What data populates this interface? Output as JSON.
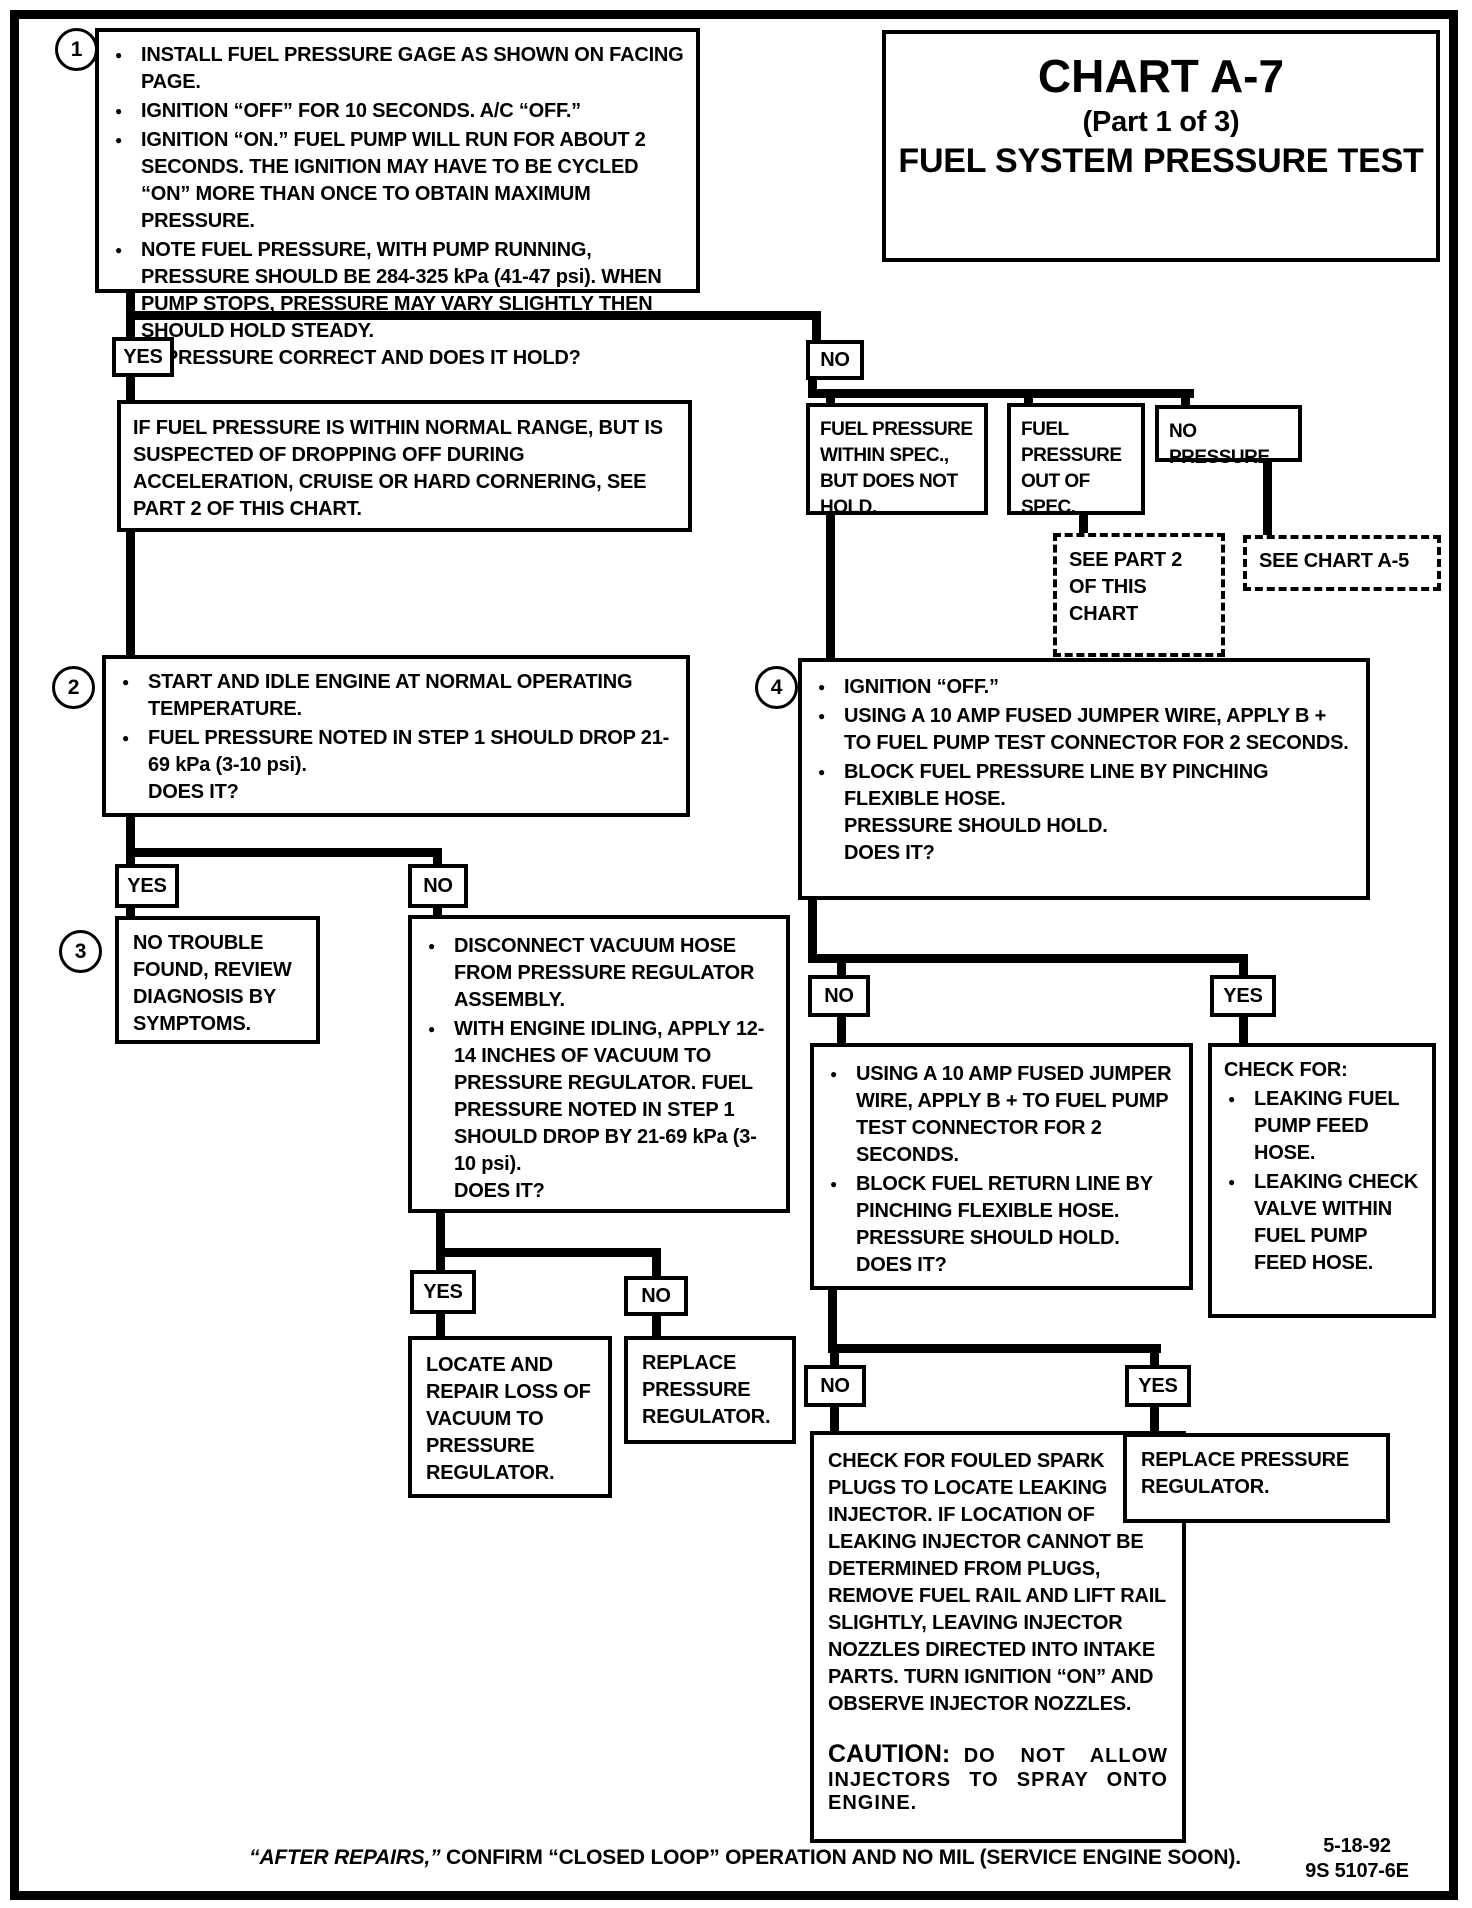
{
  "colors": {
    "ink": "#000000",
    "paper": "#ffffff"
  },
  "title": {
    "line1": "CHART A-7",
    "line2": "(Part 1 of 3)",
    "line3": "FUEL SYSTEM PRESSURE TEST"
  },
  "labels": {
    "yes": "YES",
    "no": "NO"
  },
  "steps": {
    "step1": {
      "number": "1",
      "bullets": [
        "INSTALL FUEL PRESSURE GAGE AS SHOWN ON FACING PAGE.",
        "IGNITION “OFF” FOR 10 SECONDS.  A/C “OFF.”",
        "IGNITION “ON.”  FUEL PUMP WILL RUN FOR ABOUT 2 SECONDS. THE IGNITION MAY HAVE TO BE CYCLED “ON” MORE THAN ONCE TO OBTAIN MAXIMUM PRESSURE.",
        "NOTE FUEL PRESSURE, WITH PUMP RUNNING, PRESSURE SHOULD BE 284-325 kPa (41-47 psi).  WHEN PUMP STOPS, PRESSURE MAY VARY SLIGHTLY THEN SHOULD HOLD STEADY.\nIS PRESSURE CORRECT AND DOES IT HOLD?"
      ]
    },
    "step2": {
      "number": "2",
      "bullets": [
        "START AND IDLE ENGINE AT NORMAL OPERATING TEMPERATURE.",
        "FUEL PRESSURE NOTED IN STEP 1 SHOULD DROP 21-69 kPa (3-10 psi).\nDOES IT?"
      ]
    },
    "step3": {
      "number": "3",
      "text": "NO TROUBLE FOUND, REVIEW DIAGNOSIS BY SYMPTOMS."
    },
    "step4": {
      "number": "4",
      "bullets": [
        "IGNITION “OFF.”",
        "USING A 10 AMP FUSED JUMPER WIRE, APPLY B + TO FUEL PUMP TEST CONNECTOR FOR 2 SECONDS.",
        "BLOCK FUEL PRESSURE LINE BY PINCHING FLEXIBLE HOSE.\nPRESSURE SHOULD HOLD.\nDOES IT?"
      ]
    }
  },
  "branches": {
    "pressure_ok_suspected": "IF FUEL PRESSURE IS WITHIN NORMAL RANGE, BUT IS SUSPECTED OF DROPPING OFF DURING ACCELERATION, CRUISE OR HARD CORNERING, SEE PART 2 OF THIS CHART.",
    "within_spec_not_hold": "FUEL PRESSURE WITHIN SPEC., BUT DOES NOT HOLD.",
    "out_of_spec": "FUEL PRESSURE OUT OF SPEC.",
    "no_pressure": "NO PRESSURE",
    "see_part2": "SEE PART 2\nOF THIS\nCHART",
    "see_chart_a5": "SEE CHART A-5"
  },
  "actions": {
    "vacuum_test": {
      "bullets": [
        "DISCONNECT VACUUM HOSE FROM PRESSURE REGULATOR ASSEMBLY.",
        "WITH ENGINE IDLING, APPLY 12-14 INCHES OF VACUUM TO PRESSURE REGULATOR.  FUEL PRESSURE NOTED IN STEP 1 SHOULD DROP BY 21-69 kPa (3-10 psi).\nDOES IT?"
      ]
    },
    "locate_repair": "LOCATE AND REPAIR LOSS OF VACUUM TO PRESSURE REGULATOR.",
    "replace_regulator_1": "REPLACE PRESSURE REGULATOR.",
    "jumper_return_test": {
      "bullets": [
        "USING A 10 AMP FUSED JUMPER WIRE, APPLY B +  TO FUEL PUMP TEST CONNECTOR FOR 2 SECONDS.",
        "BLOCK FUEL RETURN LINE BY PINCHING FLEXIBLE HOSE.\nPRESSURE SHOULD HOLD.\nDOES IT?"
      ]
    },
    "check_for": {
      "header": "CHECK FOR:",
      "bullets": [
        "LEAKING FUEL PUMP FEED HOSE.",
        "LEAKING CHECK VALVE WITHIN FUEL PUMP FEED HOSE."
      ]
    },
    "spark_plug_check": {
      "text": "CHECK FOR FOULED SPARK PLUGS TO LOCATE LEAKING INJECTOR.  IF LOCATION OF LEAKING INJECTOR CANNOT BE DETERMINED FROM PLUGS, REMOVE FUEL RAIL AND LIFT RAIL SLIGHTLY, LEAVING INJECTOR NOZZLES DIRECTED INTO INTAKE PARTS.  TURN IGNITION “ON” AND OBSERVE INJECTOR NOZZLES.",
      "caution_label": "CAUTION:",
      "caution_text": "DO NOT ALLOW INJECTORS TO SPRAY ONTO ENGINE."
    },
    "replace_regulator_2": "REPLACE PRESSURE REGULATOR."
  },
  "footer": {
    "note_italic": "“AFTER REPAIRS,”",
    "note_rest": " CONFIRM “CLOSED LOOP” OPERATION AND NO MIL (SERVICE ENGINE SOON).",
    "date": "5-18-92",
    "code": "9S 5107-6E"
  }
}
